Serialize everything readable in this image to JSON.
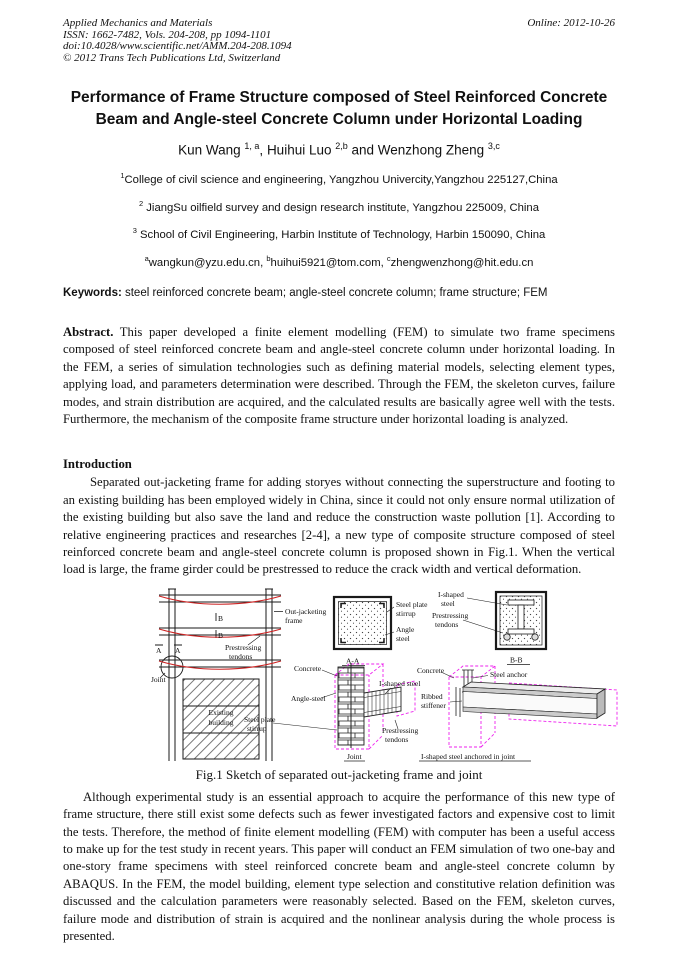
{
  "header": {
    "journal": "Applied Mechanics and Materials",
    "issn": "ISSN: 1662-7482, Vols. 204-208, pp 1094-1101",
    "doi": "doi:10.4028/www.scientific.net/AMM.204-208.1094",
    "copyright": "© 2012 Trans Tech Publications Ltd, Switzerland",
    "online": "Online: 2012-10-26"
  },
  "title": {
    "line1": "Performance of Frame Structure composed of Steel Reinforced Concrete",
    "line2": "Beam and Angle-steel Concrete Column under Horizontal Loading"
  },
  "authors": {
    "name1": "Kun Wang",
    "sup1": "1, a",
    "sep1": ", ",
    "name2": "Huihui Luo",
    "sup2": "2,b",
    "sep2": " and ",
    "name3": "Wenzhong Zheng",
    "sup3": "3,c"
  },
  "affiliations": {
    "aff1_sup": "1",
    "aff1": "College of civil science and engineering, Yangzhou Univercity,Yangzhou 225127,China",
    "aff2_sup": "2",
    "aff2": " JiangSu oilfield survey and design research institute, Yangzhou 225009, China",
    "aff3_sup": "3",
    "aff3": " School of Civil Engineering, Harbin Institute of Technology, Harbin 150090, China",
    "email_a_sup": "a",
    "email_a": "wangkun@yzu.edu.cn",
    "email_sep1": ", ",
    "email_b_sup": "b",
    "email_b": "huihui5921@tom.com",
    "email_sep2": ", ",
    "email_c_sup": "c",
    "email_c": "zhengwenzhong@hit.edu.cn"
  },
  "keywords": {
    "label": "Keywords:",
    "text": " steel reinforced concrete beam; angle-steel concrete column; frame structure; FEM"
  },
  "abstract": {
    "label": "Abstract.",
    "text": " This paper developed a finite element modelling (FEM) to simulate two frame specimens composed of steel reinforced concrete beam and angle-steel concrete column under horizontal loading. In the FEM, a series of simulation technologies such as defining material models, selecting element types, applying load, and parameters determination were described. Through the FEM, the skeleton curves, failure modes, and strain distribution are acquired, and the calculated results are basically agree well with the tests. Furthermore, the mechanism of the composite frame structure under horizontal loading is analyzed."
  },
  "introduction": {
    "heading": "Introduction",
    "para1": "Separated out-jacketing frame for adding storyes without connecting the superstructure and footing to an existing building has been employed widely in China, since it could not only ensure normal utilization of the existing building but also save the land and reduce the construction waste pollution [1]. According to relative engineering practices and researches [2-4], a new type of composite structure composed of steel reinforced concrete beam and angle-steel concrete column is proposed shown in Fig.1. When the vertical load is large, the frame girder could be prestressed to reduce the crack width and vertical deformation.",
    "para2": "Although experimental study is an essential approach to acquire the performance of this new type of frame structure, there still exist some defects such as fewer investigated factors and expensive cost to limit the tests. Therefore, the method of finite element modelling (FEM) with computer has been a useful access to make up for the test study in recent years. This paper will conduct an FEM simulation of two one-bay and one-story frame specimens with steel reinforced concrete beam and angle-steel concrete column by ABAQUS. In the FEM, the model building, element type selection and constitutive relation definition was discussed and the calculation parameters were reasonably selected. Based on the FEM, skeleton curves, failure mode and distribution of strain is acquired and the nonlinear analysis during the whole process is presented."
  },
  "figure": {
    "caption": "Fig.1  Sketch of separated out-jacketing frame and joint",
    "colors": {
      "tendon": "#cc2222",
      "outline": "#ee22ee"
    },
    "frame": {
      "out_jacketing1": "Out-jacketing",
      "out_jacketing2": "frame",
      "section_b1": "B",
      "section_b2": "B",
      "prestressing1": "Prestressing",
      "prestressing2": "tendons",
      "section_a1": "A",
      "section_a2": "A",
      "joint": "Joint",
      "existing1": "Existing",
      "existing2": "building"
    },
    "aa": {
      "steel_plate1": "Steel plate",
      "steel_plate2": "stirrup",
      "angle1": "Angle",
      "angle2": "steel",
      "caption": "A-A"
    },
    "bb": {
      "ishaped1": "I-shaped",
      "ishaped2": "steel",
      "prestressing1": "Prestressing",
      "prestressing2": "tendons",
      "caption": "B-B"
    },
    "joint3d": {
      "concrete": "Concrete",
      "angle_steel": "Angle-steel",
      "steel_plate1": "Steel plate",
      "steel_plate2": "stirrup",
      "ishaped": "I-shaped steel",
      "prestressing1": "Prestressing",
      "prestressing2": "tendons",
      "caption": "Joint"
    },
    "anchor3d": {
      "concrete": "Concrete",
      "steel_anchor": "Steel anchor",
      "ribbed1": "Ribbed",
      "ribbed2": "stiffener",
      "caption": "I-shaped steel anchored in joint"
    }
  }
}
